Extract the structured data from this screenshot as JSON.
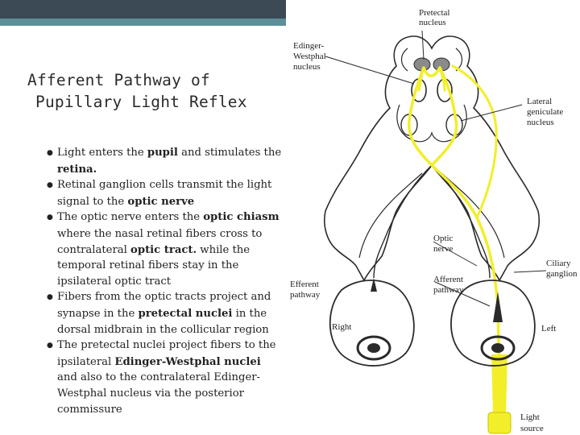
{
  "slide": {
    "title_line1": "Afferent Pathway of",
    "title_line2": "Pupillary Light Reflex"
  },
  "bullets": [
    {
      "segments": [
        {
          "t": "Light enters the ",
          "b": false
        },
        {
          "t": "pupil",
          "b": true
        },
        {
          "t": " and stimulates the ",
          "b": false
        },
        {
          "t": "retina.",
          "b": true
        }
      ]
    },
    {
      "segments": [
        {
          "t": "Retinal ganglion cells transmit the light signal to the ",
          "b": false
        },
        {
          "t": "optic nerve",
          "b": true
        }
      ]
    },
    {
      "segments": [
        {
          "t": "The optic nerve enters the ",
          "b": false
        },
        {
          "t": "optic chiasm",
          "b": true
        },
        {
          "t": " where the nasal retinal fibers cross to contralateral ",
          "b": false
        },
        {
          "t": "optic tract.",
          "b": true
        },
        {
          "t": " while the temporal retinal fibers stay in the ipsilateral optic tract",
          "b": false
        }
      ]
    },
    {
      "segments": [
        {
          "t": "Fibers from the optic tracts project and synapse in the ",
          "b": false
        },
        {
          "t": "pretectal nuclei",
          "b": true
        },
        {
          "t": " in the dorsal midbrain in the collicular region",
          "b": false
        }
      ]
    },
    {
      "segments": [
        {
          "t": "The pretectal nuclei project fibers to the ipsilateral ",
          "b": false
        },
        {
          "t": "Edinger-Westphal nuclei",
          "b": true
        },
        {
          "t": " and also to the contralateral Edinger-Westphal nucleus via the posterior commissure",
          "b": false
        }
      ]
    }
  ],
  "diagram": {
    "labels": {
      "pretectal_1": "Pretectal",
      "pretectal_2": "nucleus",
      "ew_1": "Edinger-",
      "ew_2": "Westphal",
      "ew_3": "nucleus",
      "lgn_1": "Lateral",
      "lgn_2": "geniculate",
      "lgn_3": "nucleus",
      "optic_nerve_1": "Optic",
      "optic_nerve_2": "nerve",
      "afferent_in_1": "Afferent",
      "afferent_in_2": "pathway",
      "ciliary_1": "Ciliary",
      "ciliary_2": "ganglion",
      "efferent_1": "Efferent",
      "efferent_2": "pathway",
      "right": "Right",
      "left": "Left",
      "light_1": "Light",
      "light_2": "source"
    },
    "colors": {
      "pathway": "#f2ee2a",
      "outline": "#2a2a2a",
      "nucleus_fill": "#8a8a8a"
    }
  }
}
